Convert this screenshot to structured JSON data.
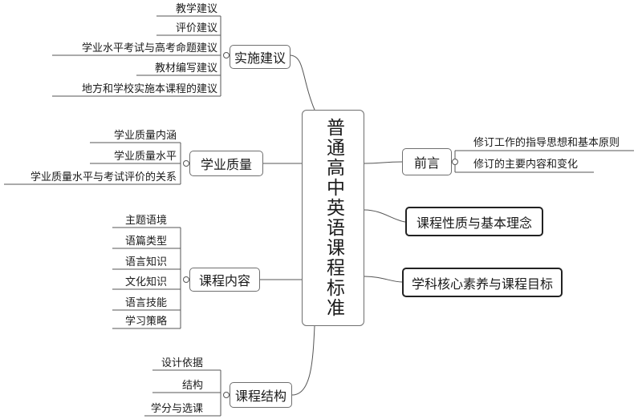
{
  "central": {
    "title": "普通高中英语课程标准"
  },
  "branches": {
    "shishi": {
      "label": "实施建议",
      "items": [
        "教学建议",
        "评价建议",
        "学业水平考试与高考命题建议",
        "教材编写建议",
        "地方和学校实施本课程的建议"
      ]
    },
    "zhiliang": {
      "label": "学业质量",
      "items": [
        "学业质量内涵",
        "学业质量水平",
        "学业质量水平与考试评价的关系"
      ]
    },
    "neirong": {
      "label": "课程内容",
      "items": [
        "主题语境",
        "语篇类型",
        "语言知识",
        "文化知识",
        "语言技能",
        "学习策略"
      ]
    },
    "jiegou": {
      "label": "课程结构",
      "items": [
        "设计依据",
        "结构",
        "学分与选课"
      ]
    },
    "qianyan": {
      "label": "前言",
      "items": [
        "修订工作的指导思想和基本原则",
        "修订的主要内容和变化"
      ]
    },
    "xingzhi": {
      "label": "课程性质与基本理念"
    },
    "suyang": {
      "label": "学科核心素养与课程目标"
    }
  }
}
